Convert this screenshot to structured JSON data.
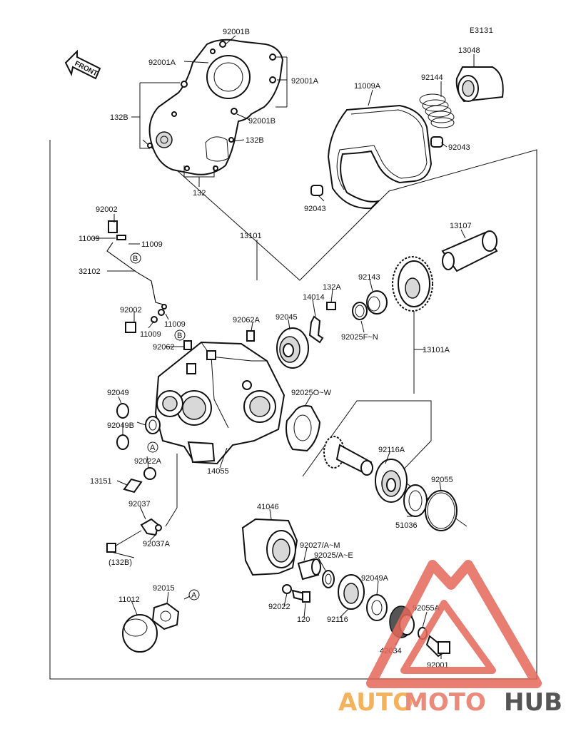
{
  "diagram_code": "E3131",
  "front_label": "FRONT",
  "watermark": {
    "part1": "AUTO",
    "part2": "MOTO",
    "part3": "HUB"
  },
  "labels": {
    "l_92001B_top": "92001B",
    "l_92001A_left": "92001A",
    "l_92001A_right": "92001A",
    "l_92001B_mid": "92001B",
    "l_132B_left": "132B",
    "l_132B_right": "132B",
    "l_132": "132",
    "l_11009A": "11009A",
    "l_92144": "92144",
    "l_13048": "13048",
    "l_92043_right": "92043",
    "l_92043_left": "92043",
    "l_13101": "13101",
    "l_92002_top": "92002",
    "l_11009_a": "11009",
    "l_11009_b": "11009",
    "l_32102": "32102",
    "l_92002_mid": "92002",
    "l_11009_c": "11009",
    "l_11009_d": "11009",
    "l_92062": "92062",
    "l_92062A": "92062A",
    "l_92045": "92045",
    "l_14014": "14014",
    "l_132A": "132A",
    "l_92143": "92143",
    "l_92025FN": "92025F~N",
    "l_13107": "13107",
    "l_13101A": "13101A",
    "l_92049": "92049",
    "l_92049B": "92049B",
    "l_92022A": "92022A",
    "l_14055": "14055",
    "l_92025OW": "92025O~W",
    "l_92116A": "92116A",
    "l_92055": "92055",
    "l_13151": "13151",
    "l_92037": "92037",
    "l_92037A": "92037A",
    "l_132B_paren": "(132B)",
    "l_41046": "41046",
    "l_92027AM": "92027/A~M",
    "l_92025AE": "92025/A~E",
    "l_51036": "51036",
    "l_92049A": "92049A",
    "l_92055A": "92055A",
    "l_11012": "11012",
    "l_92015": "92015",
    "l_92022": "92022",
    "l_120": "120",
    "l_92116": "92116",
    "l_42034": "42034",
    "l_92001": "92001"
  },
  "callouts": {
    "A": "A",
    "B": "B"
  },
  "colors": {
    "line": "#111111",
    "bg": "#ffffff",
    "wm_orange": "#f3b25b",
    "wm_red": "#e5675a",
    "wm_grey": "#555555"
  }
}
